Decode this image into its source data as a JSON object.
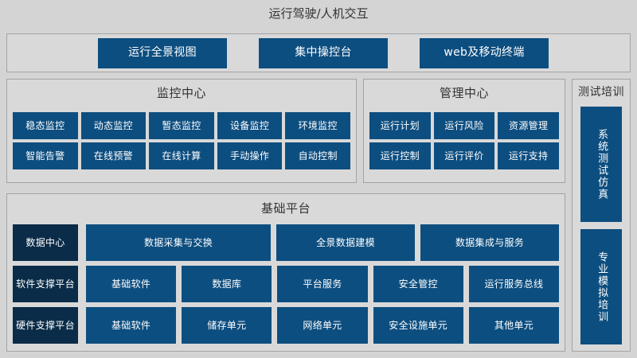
{
  "page": {
    "title": "运行驾驶/人机交互",
    "colors": {
      "background": "#d4d4d4",
      "panel": "#d9d9d9",
      "panel_border": "#a3a3a3",
      "tile_blue": "#0d4e80",
      "tile_dark_blue": "#0a2c48",
      "title_text": "#333333",
      "tile_text": "#ffffff"
    }
  },
  "topbar": {
    "items": [
      {
        "label": "运行全景视图"
      },
      {
        "label": "集中操控台"
      },
      {
        "label": "web及移动终端"
      }
    ]
  },
  "monitor_center": {
    "title": "监控中心",
    "row1": [
      {
        "label": "稳态监控"
      },
      {
        "label": "动态监控"
      },
      {
        "label": "暂态监控"
      },
      {
        "label": "设备监控"
      },
      {
        "label": "环境监控"
      }
    ],
    "row2": [
      {
        "label": "智能告警"
      },
      {
        "label": "在线预警"
      },
      {
        "label": "在线计算"
      },
      {
        "label": "手动操作"
      },
      {
        "label": "自动控制"
      }
    ]
  },
  "management_center": {
    "title": "管理中心",
    "row1": [
      {
        "label": "运行计划"
      },
      {
        "label": "运行风险"
      },
      {
        "label": "资源管理"
      }
    ],
    "row2": [
      {
        "label": "运行控制"
      },
      {
        "label": "运行评价"
      },
      {
        "label": "运行支持"
      }
    ]
  },
  "test_training": {
    "title": "测试培训",
    "items": [
      {
        "label": "系统测试仿真"
      },
      {
        "label": "专业模拟培训"
      }
    ]
  },
  "basic_platform": {
    "title": "基础平台",
    "rows": [
      {
        "label": "数据中心",
        "items": [
          {
            "label": "数据采集与交换",
            "weight": 4
          },
          {
            "label": "全景数据建模",
            "weight": 3
          },
          {
            "label": "数据集成与服务",
            "weight": 3
          }
        ]
      },
      {
        "label": "软件支撑平台",
        "items": [
          {
            "label": "基础软件",
            "weight": 1
          },
          {
            "label": "数据库",
            "weight": 1
          },
          {
            "label": "平台服务",
            "weight": 1
          },
          {
            "label": "安全管控",
            "weight": 1
          },
          {
            "label": "运行服务总线",
            "weight": 1
          }
        ]
      },
      {
        "label": "硬件支撑平台",
        "items": [
          {
            "label": "基础软件",
            "weight": 1
          },
          {
            "label": "储存单元",
            "weight": 1
          },
          {
            "label": "网络单元",
            "weight": 1
          },
          {
            "label": "安全设施单元",
            "weight": 1
          },
          {
            "label": "其他单元",
            "weight": 1
          }
        ]
      }
    ]
  }
}
